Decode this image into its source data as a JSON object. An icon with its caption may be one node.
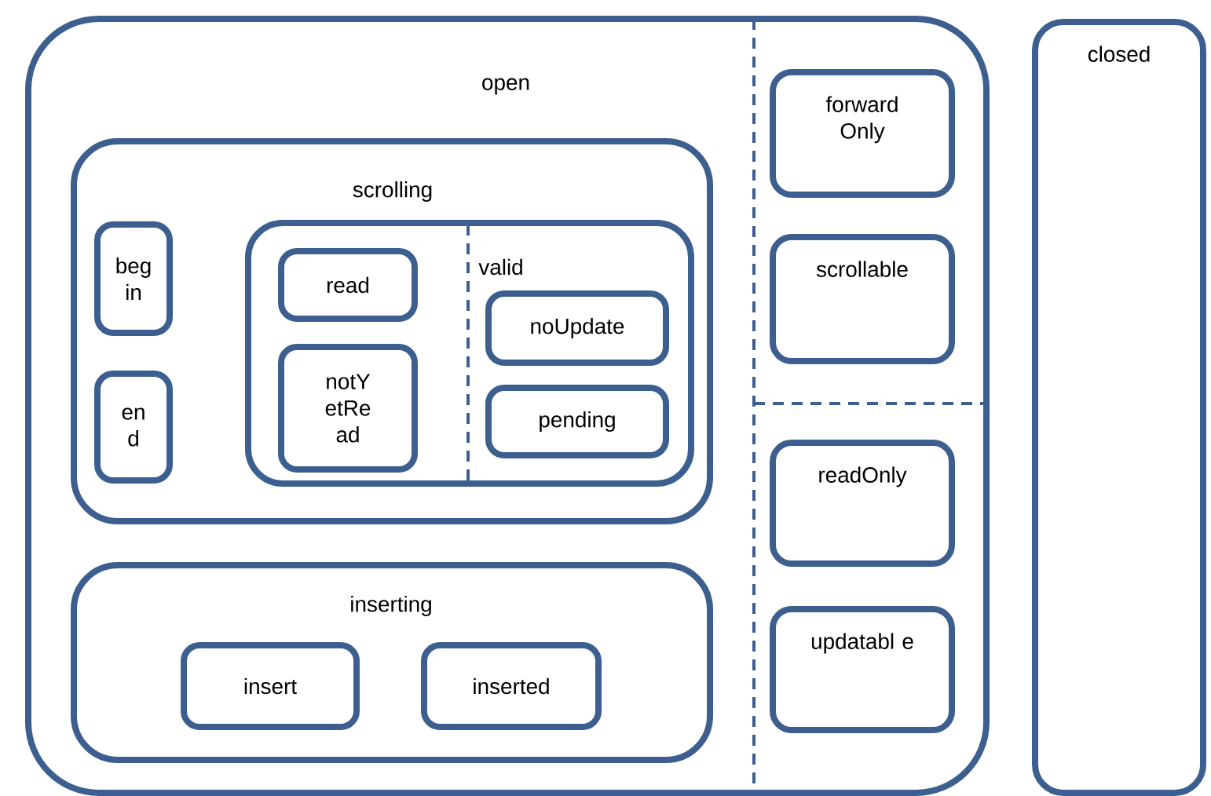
{
  "diagram": {
    "nodes": [
      {
        "text": [
          "open"
        ]
      },
      {
        "text": [
          "scrolling"
        ],
        "in": 0
      },
      {
        "text": [
          "beg in"
        ],
        "in": 1
      },
      {
        "text": [
          "en d"
        ],
        "in": 1
      },
      {
        "text": [
          "valid"
        ],
        "in": 1
      },
      {
        "text": [
          "read"
        ],
        "in": 4
      },
      {
        "text": [
          "notY etRe ad"
        ],
        "in": 4
      },
      {
        "text": [
          "noUpdate"
        ],
        "in": 4
      },
      {
        "text": [
          "pending"
        ],
        "in": 4
      },
      {
        "text": [
          "inserting"
        ],
        "in": 0
      },
      {
        "text": [
          "insert"
        ],
        "in": 9
      },
      {
        "text": [
          "inserted"
        ],
        "in": 9
      },
      {
        "text": [
          "forward Only"
        ],
        "in": 0
      },
      {
        "text": [
          "scrollable"
        ],
        "in": 0
      },
      {
        "text": [
          "readOnly"
        ],
        "in": 0
      },
      {
        "text": [
          "updatabl e"
        ],
        "in": 0
      },
      {
        "text": [
          "closed"
        ]
      }
    ]
  }
}
